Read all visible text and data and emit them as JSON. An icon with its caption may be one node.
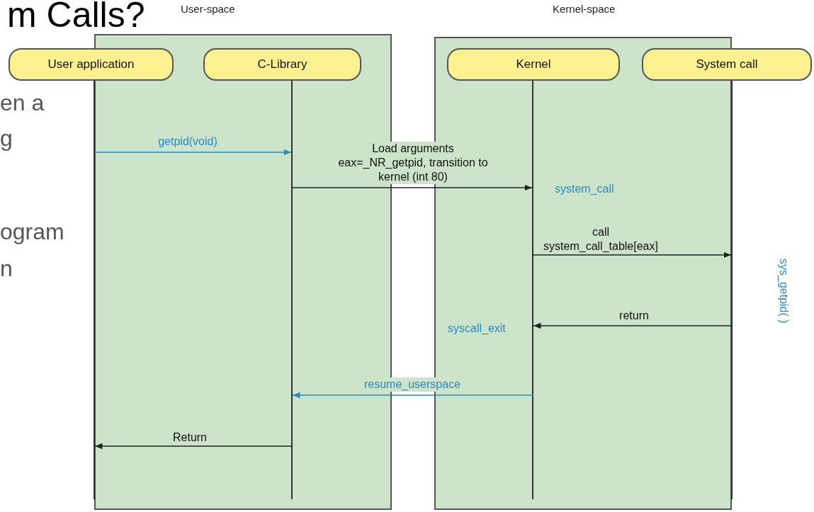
{
  "diagram": {
    "nodes": [
      {
        "text": [
          "User-space"
        ]
      },
      {
        "text": [
          "User application"
        ]
      },
      {
        "text": [
          "C-Library"
        ],
        "in": 0
      },
      {
        "text": [
          "Kernel-space"
        ]
      },
      {
        "text": [
          "Kernel"
        ],
        "in": 3
      },
      {
        "text": [
          "System call"
        ]
      }
    ],
    "edges": [
      {
        "from": 1,
        "to": 2,
        "arrow": "to",
        "label": "getpid(void)",
        "color": "#2a8ac4"
      },
      {
        "from": 2,
        "to": 4,
        "arrow": "to",
        "label": "Load arguments eax=_NR_getpid, transition to kernel (int 80)"
      },
      {
        "from": 4,
        "to": 5,
        "arrow": "to",
        "label": "call system_call_table[eax]"
      },
      {
        "from": 5,
        "to": 4,
        "arrow": "to",
        "label": "return"
      },
      {
        "from": 4,
        "to": 2,
        "arrow": "to",
        "label": "resume_userspace",
        "color": "#2a8ac4"
      },
      {
        "from": 2,
        "to": 1,
        "arrow": "to",
        "label": "Return"
      }
    ],
    "labels": [
      "m Calls?",
      "en a",
      "g",
      "ogram",
      "n",
      "system_call",
      "sys_getpid( )",
      "syscall_exit"
    ]
  }
}
